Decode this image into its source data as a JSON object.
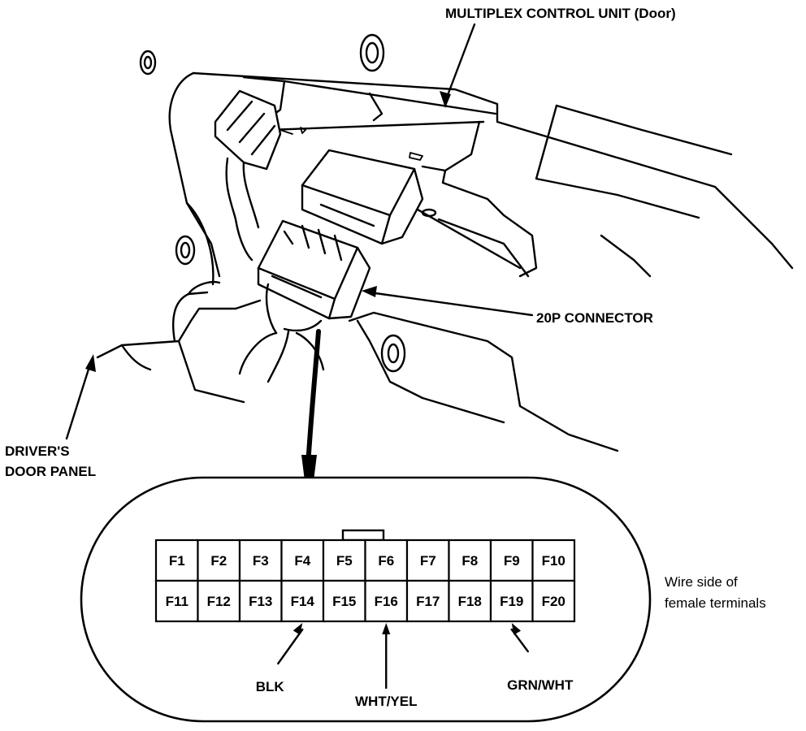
{
  "labels": {
    "multiplex_unit": "MULTIPLEX CONTROL UNIT (Door)",
    "connector": "20P CONNECTOR",
    "door_panel_line1": "DRIVER'S",
    "door_panel_line2": "DOOR PANEL",
    "wire_side_line1": "Wire side of",
    "wire_side_line2": "female terminals"
  },
  "terminals": {
    "top_row": [
      "F1",
      "F2",
      "F3",
      "F4",
      "F5",
      "F6",
      "F7",
      "F8",
      "F9",
      "F10"
    ],
    "bottom_row": [
      "F11",
      "F12",
      "F13",
      "F14",
      "F15",
      "F16",
      "F17",
      "F18",
      "F19",
      "F20"
    ]
  },
  "wires": [
    {
      "color": "BLK",
      "terminal": "F14"
    },
    {
      "color": "WHT/YEL",
      "terminal": "F16"
    },
    {
      "color": "GRN/WHT",
      "terminal": "F19"
    }
  ]
}
